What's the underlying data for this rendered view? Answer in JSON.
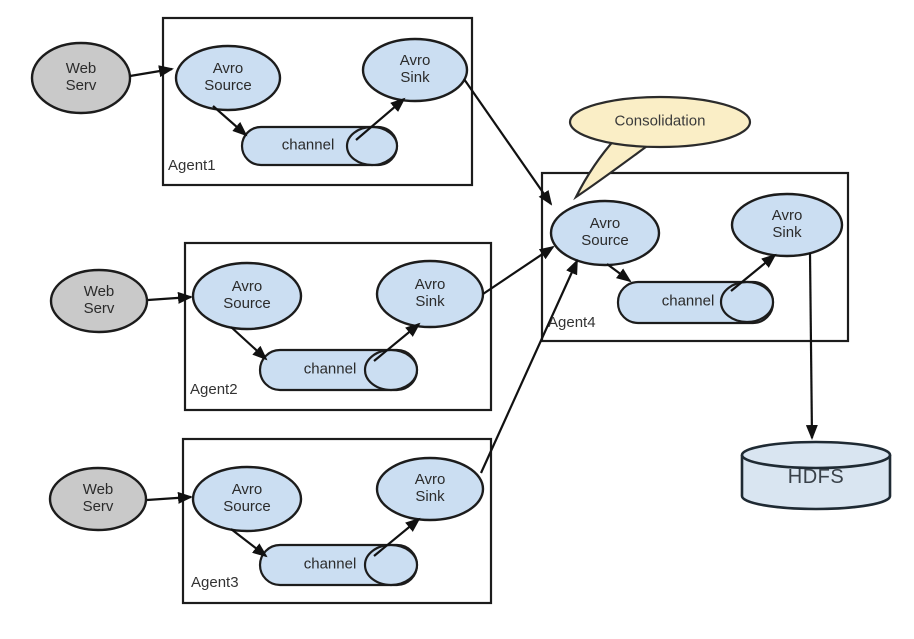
{
  "callout": {
    "label": "Consolidation"
  },
  "hdfs": {
    "label": "HDFS"
  },
  "agents": [
    {
      "name": "Agent1",
      "web_label": "Web\nServ",
      "source_label": "Avro\nSource",
      "channel_label": "channel",
      "sink_label": "Avro\nSink"
    },
    {
      "name": "Agent2",
      "web_label": "Web\nServ",
      "source_label": "Avro\nSource",
      "channel_label": "channel",
      "sink_label": "Avro\nSink"
    },
    {
      "name": "Agent3",
      "web_label": "Web\nServ",
      "source_label": "Avro\nSource",
      "channel_label": "channel",
      "sink_label": "Avro\nSink"
    },
    {
      "name": "Agent4",
      "source_label": "Avro\nSource",
      "channel_label": "channel",
      "sink_label": "Avro\nSink"
    }
  ],
  "colors": {
    "node_fill": "#cbdef2",
    "web_server_fill": "#c9c9c9",
    "callout_fill": "#faeec6",
    "hdfs_fill": "#d9e5f1",
    "stroke": "#1c1c1c",
    "arrow": "#111111"
  }
}
